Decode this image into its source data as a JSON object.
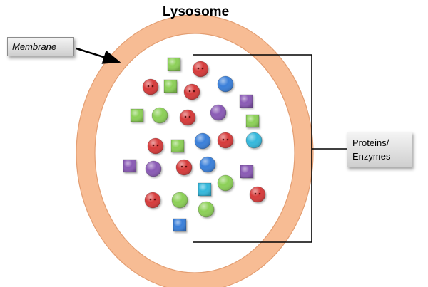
{
  "title": "Lysosome",
  "labels": {
    "membrane": "Membrane",
    "proteins_line1": "Proteins/",
    "proteins_line2": "Enzymes"
  },
  "colors": {
    "membrane_ring": "#f7bc94",
    "red": "#d63b3b",
    "blue": "#3a7fd9",
    "green": "#8cd057",
    "purple": "#8a5ab5",
    "cyan": "#34b8dc"
  },
  "molecules": [
    {
      "shape": "square",
      "color": "green"
    },
    {
      "shape": "circle",
      "color": "red",
      "face": true
    },
    {
      "shape": "circle",
      "color": "red",
      "face": true
    },
    {
      "shape": "circle",
      "color": "blue"
    },
    {
      "shape": "square",
      "color": "green"
    },
    {
      "shape": "circle",
      "color": "red",
      "face": true
    },
    {
      "shape": "square",
      "color": "purple"
    },
    {
      "shape": "square",
      "color": "green"
    },
    {
      "shape": "circle",
      "color": "green"
    },
    {
      "shape": "circle",
      "color": "red",
      "face": true
    },
    {
      "shape": "circle",
      "color": "purple"
    },
    {
      "shape": "square",
      "color": "green"
    },
    {
      "shape": "circle",
      "color": "red",
      "face": true
    },
    {
      "shape": "square",
      "color": "green"
    },
    {
      "shape": "circle",
      "color": "blue"
    },
    {
      "shape": "circle",
      "color": "red",
      "face": true
    },
    {
      "shape": "circle",
      "color": "cyan"
    },
    {
      "shape": "square",
      "color": "purple"
    },
    {
      "shape": "circle",
      "color": "purple"
    },
    {
      "shape": "circle",
      "color": "red",
      "face": true
    },
    {
      "shape": "circle",
      "color": "blue"
    },
    {
      "shape": "circle",
      "color": "green"
    },
    {
      "shape": "square",
      "color": "purple"
    },
    {
      "shape": "square",
      "color": "cyan"
    },
    {
      "shape": "circle",
      "color": "red",
      "face": true
    },
    {
      "shape": "circle",
      "color": "red",
      "face": true
    },
    {
      "shape": "circle",
      "color": "green"
    },
    {
      "shape": "circle",
      "color": "green"
    },
    {
      "shape": "square",
      "color": "blue"
    }
  ]
}
